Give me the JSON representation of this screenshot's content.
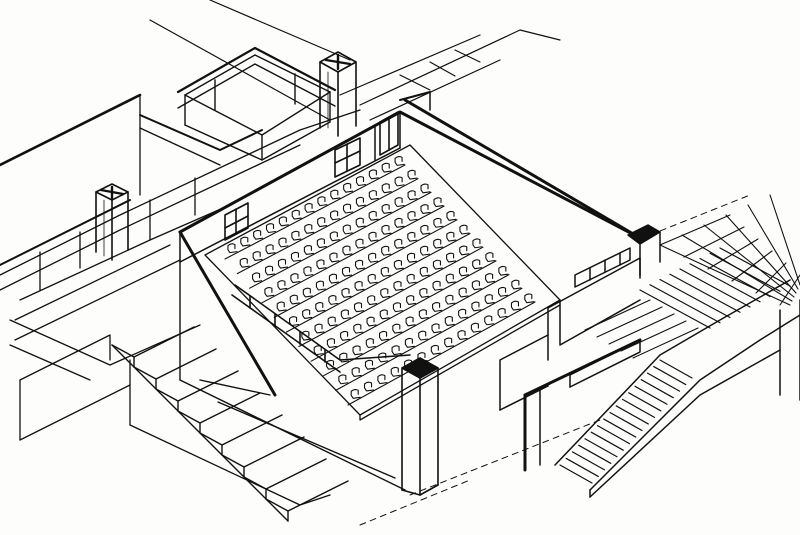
{
  "drawing": {
    "subject": "isometric-auditorium-section",
    "ink_color": "#111111",
    "paper_color": "#fdfdfb",
    "seating": {
      "rows": 11,
      "seats_per_row": 14
    },
    "stairs": {
      "left_flight_steps": 8,
      "right_flight_steps": 16,
      "right_upper_flight_steps": 8
    },
    "chimneys": 2,
    "windows": 3
  }
}
